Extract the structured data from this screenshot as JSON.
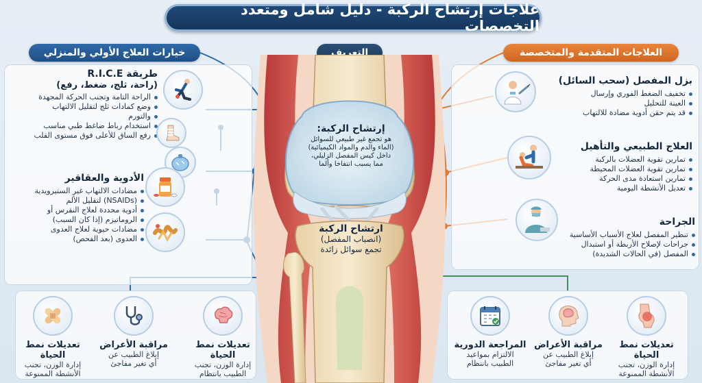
{
  "title": "علاجات إرتشاح الركبة - دليل شامل ومتعدد التخصصات",
  "left_header": "خيارات العلاج الأولي والمنزلي",
  "center_header": "التعريف",
  "right_header": "العلاجات المتقدمة والمتخصصة",
  "rice": {
    "title": "طريقة R.I.C.E",
    "subtitle": "(راحة، ثلج، ضغط، رفع)",
    "items": [
      "الراحة التامة وتجنب الحركة المجهدة",
      "وضع كمادات ثلج لتقليل الالتهاب",
      "والتورم",
      "استخدام رباط ضاغط طبي مناسب",
      "رفع الساق للأعلى فوق مستوى القلب"
    ]
  },
  "medications": {
    "title": "الأدوية والعقاقير",
    "items": [
      "مضادات الالتهاب غير الستيرويدية",
      "(NSAIDs) لتقليل الألم",
      "أدوية محددة لعلاج النقرس أو",
      "الروماتيزم (إذا كان السبب)",
      "مضادات حيوية لعلاج العدوى",
      "العدوى (بعد الفحص)"
    ]
  },
  "definition": {
    "title": "إرتشاح الركبة:",
    "lines": [
      "هو تجمع غير طبيعي للسوائل",
      "(الماء والدم والمواد الكيميائية)",
      "داخل كيس المفصل الزليلي،",
      "مما يسبب انتفاخا وألما"
    ]
  },
  "effusion_label": {
    "title": "ارتشاح الركبة",
    "lines": [
      "(انصباب المفصل)",
      "تجمع سوائل زائدة"
    ]
  },
  "aspiration": {
    "title": "بزل المفصل (سحب السائل)",
    "items": [
      "تخفيف الضغط الفوري وإرسال",
      "العينة للتحليل",
      "قد يتم حقن أدوية مضادة للالتهاب"
    ]
  },
  "physio": {
    "title": "العلاج الطبيعي والتأهيل",
    "items": [
      "تمارين تقوية العضلات بالركبة",
      "تمارين تقوية العضلات المحيطة",
      "تمارين استعادة مدى الحركة",
      "تعديل الأنشطة اليومية"
    ]
  },
  "surgery": {
    "title": "الجراحة",
    "items": [
      "تنظير المفصل لعلاج الأسباب الأساسية",
      "جراحات لإصلاح الأربطة أو استبدال",
      "المفصل (في الحالات الشديدة)"
    ]
  },
  "bottom_left": [
    {
      "title": "تعديلات نمط الحياة",
      "lines": [
        "إدارة الوزن، تجنب",
        "الطبيب بانتظام"
      ]
    },
    {
      "title": "مراقبة الأعراض",
      "lines": [
        "إبلاغ الطبيب عن",
        "أي تغير مفاجئ"
      ]
    },
    {
      "title": "تعديلات نمط الحياة",
      "lines": [
        "إدارة الوزن، تجنب",
        "الأنشطة الممنوعة"
      ]
    }
  ],
  "bottom_right": [
    {
      "title": "تعديلات نمط الحياة",
      "lines": [
        "إدارة الوزن، تجنب",
        "الأنشطة الممنوعة"
      ]
    },
    {
      "title": "مراقبة الأعراض",
      "lines": [
        "إبلاغ الطبيب عن",
        "أي تغير مفاجئ"
      ]
    },
    {
      "title": "المراجعة الدورية",
      "lines": [
        "الالتزام بمواعيد",
        "الطبيب بانتظام"
      ]
    }
  ],
  "colors": {
    "blue": "#2d6aa6",
    "orange": "#e07a2e",
    "green": "#3f8f5a",
    "navy": "#1f4a78"
  }
}
